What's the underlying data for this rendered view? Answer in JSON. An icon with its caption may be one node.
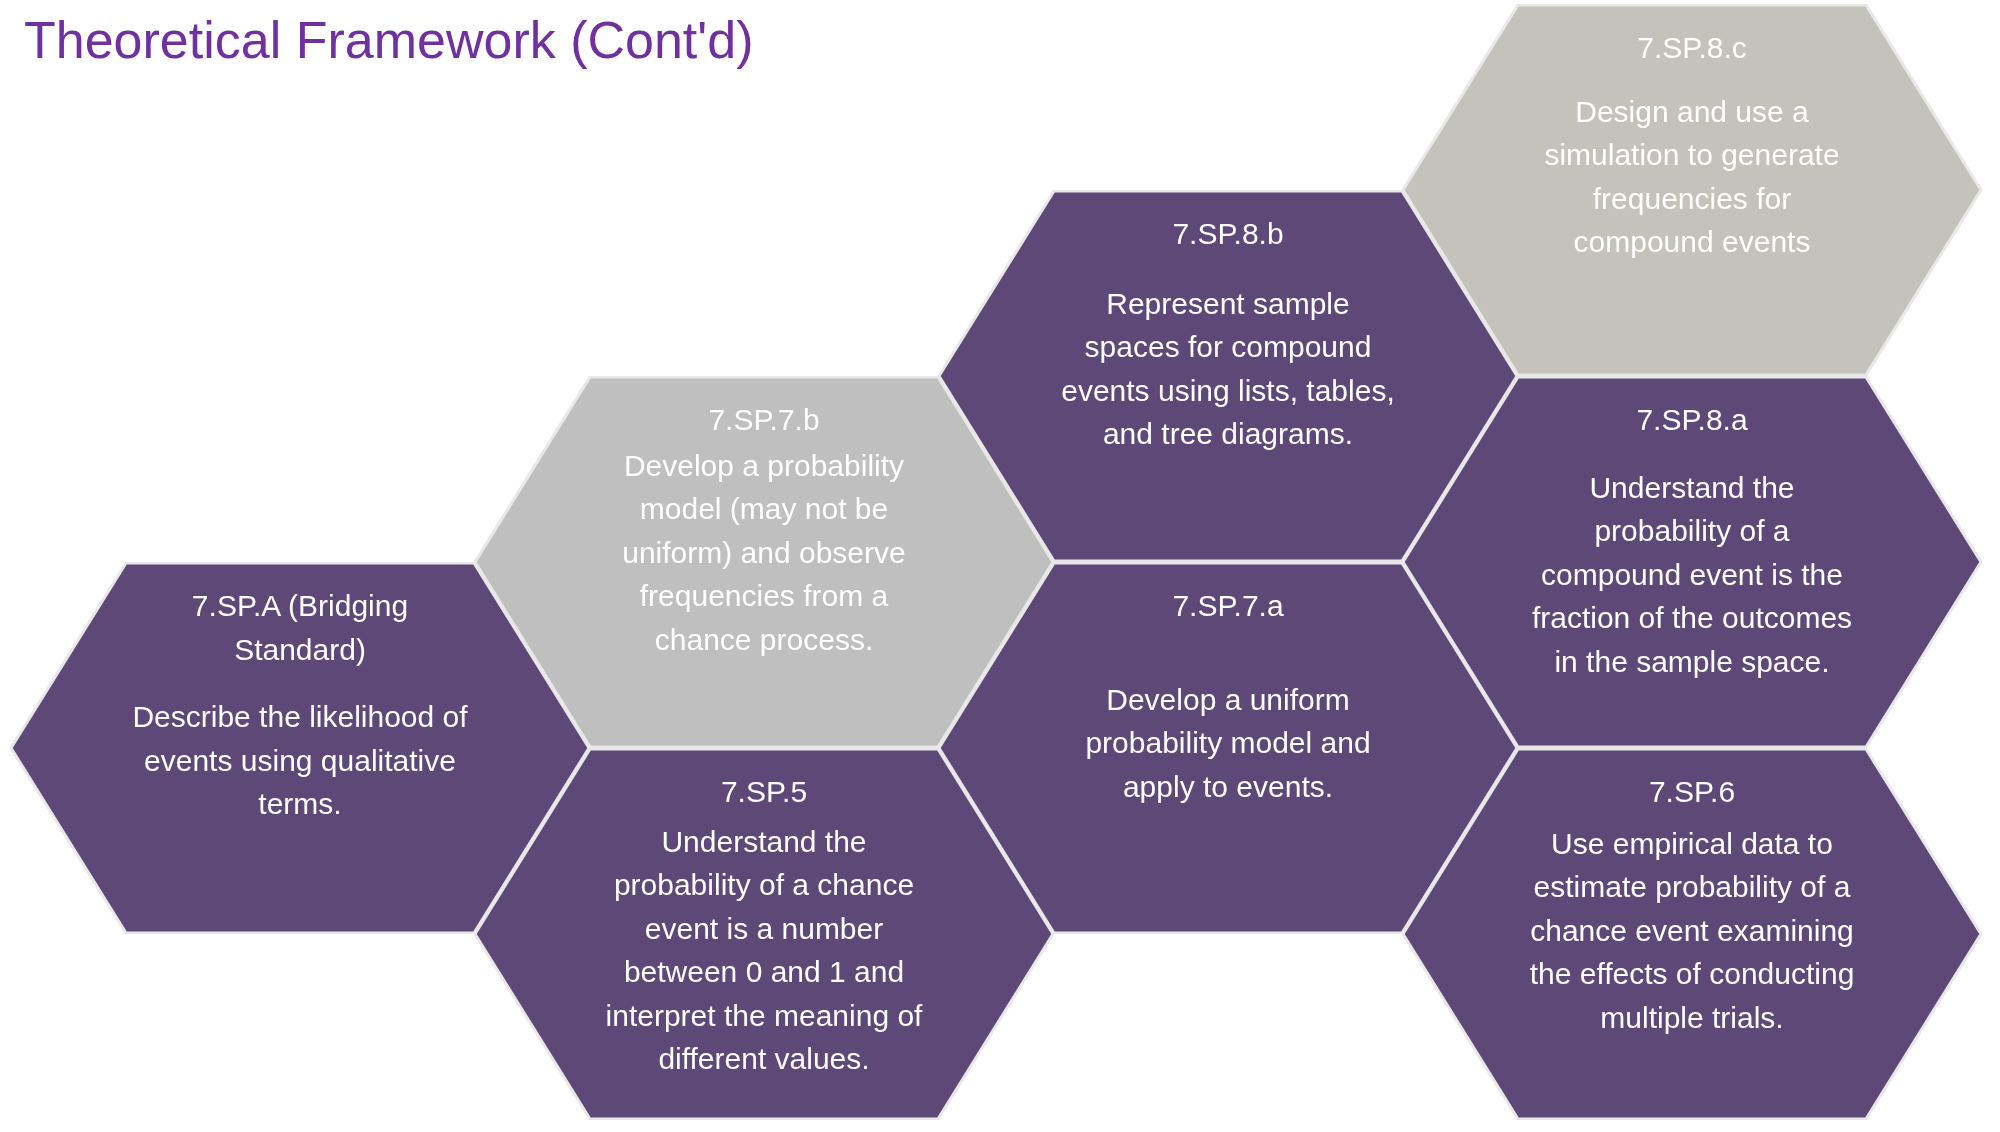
{
  "diagram": {
    "title": "Theoretical Framework (Cont'd)",
    "nodes": [
      {
        "text": [
          "7.SP.A (Bridging Standard)",
          "Describe the likelihood of events using qualitative terms."
        ]
      },
      {
        "text": [
          "7.SP.7.b",
          "Develop a probability model (may not be uniform) and observe frequencies from a chance process."
        ]
      },
      {
        "text": [
          "7.SP.5",
          "Understand the probability of a chance event is a number between 0 and 1 and interpret the meaning of different values."
        ]
      },
      {
        "text": [
          "7.SP.8.b",
          "Represent sample spaces for compound events using lists, tables, and tree diagrams."
        ]
      },
      {
        "text": [
          "7.SP.7.a",
          "Develop a uniform probability model and apply to events."
        ]
      },
      {
        "text": [
          "7.SP.8.c",
          "Design and use a simulation to generate frequencies for compound events"
        ]
      },
      {
        "text": [
          "7.SP.8.a",
          "Understand the probability of a compound event is the fraction of the outcomes in the sample space."
        ]
      },
      {
        "text": [
          "7.SP.6",
          "Use empirical data to estimate probability of a chance event examining the effects of conducting multiple trials."
        ]
      }
    ]
  }
}
